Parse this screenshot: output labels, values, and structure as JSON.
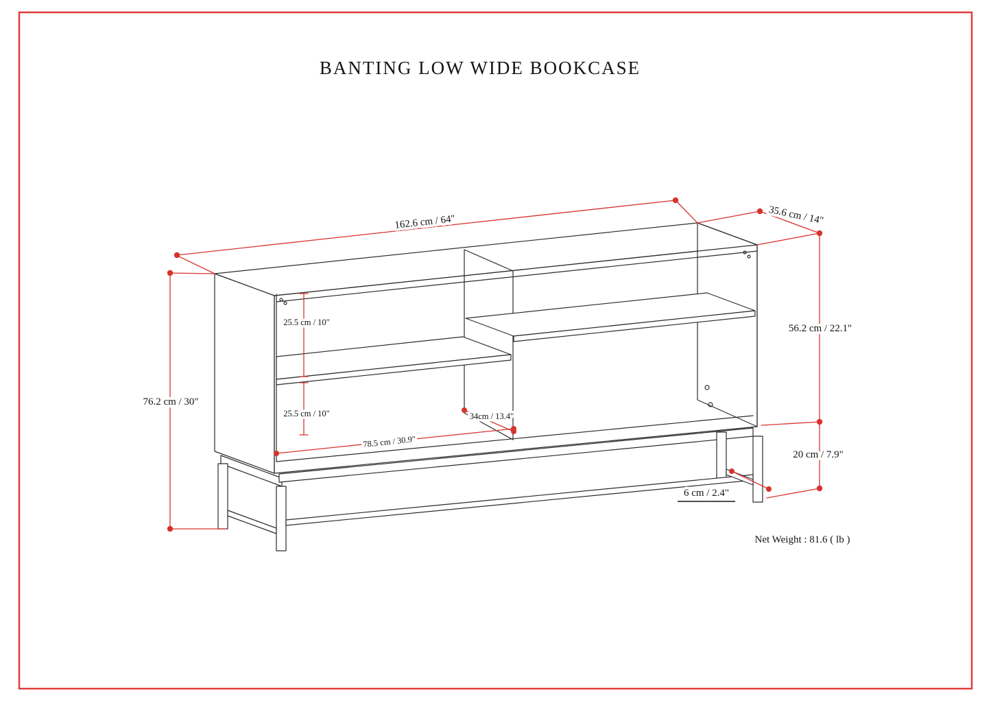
{
  "title": "BANTING LOW WIDE BOOKCASE",
  "net_weight": "Net Weight : 81.6 ( lb )",
  "dimensions": {
    "width": "162.6 cm / 64\"",
    "depth": "35.6 cm / 14\"",
    "cabinet_height": "56.2 cm / 22.1\"",
    "base_height": "20 cm / 7.9\"",
    "overall_height": "76.2 cm / 30\"",
    "upper_opening_height": "25.5 cm / 10\"",
    "lower_opening_height": "25.5 cm / 10\"",
    "interior_depth": "34cm / 13.4\"",
    "interior_width": "78.5 cm / 30.9\"",
    "leg_width": "6 cm / 2.4\""
  },
  "colors": {
    "dimension_red": "#d5342e",
    "drawing_line": "#2b2b2b",
    "page_border": "#e23b3b",
    "background": "#ffffff"
  }
}
